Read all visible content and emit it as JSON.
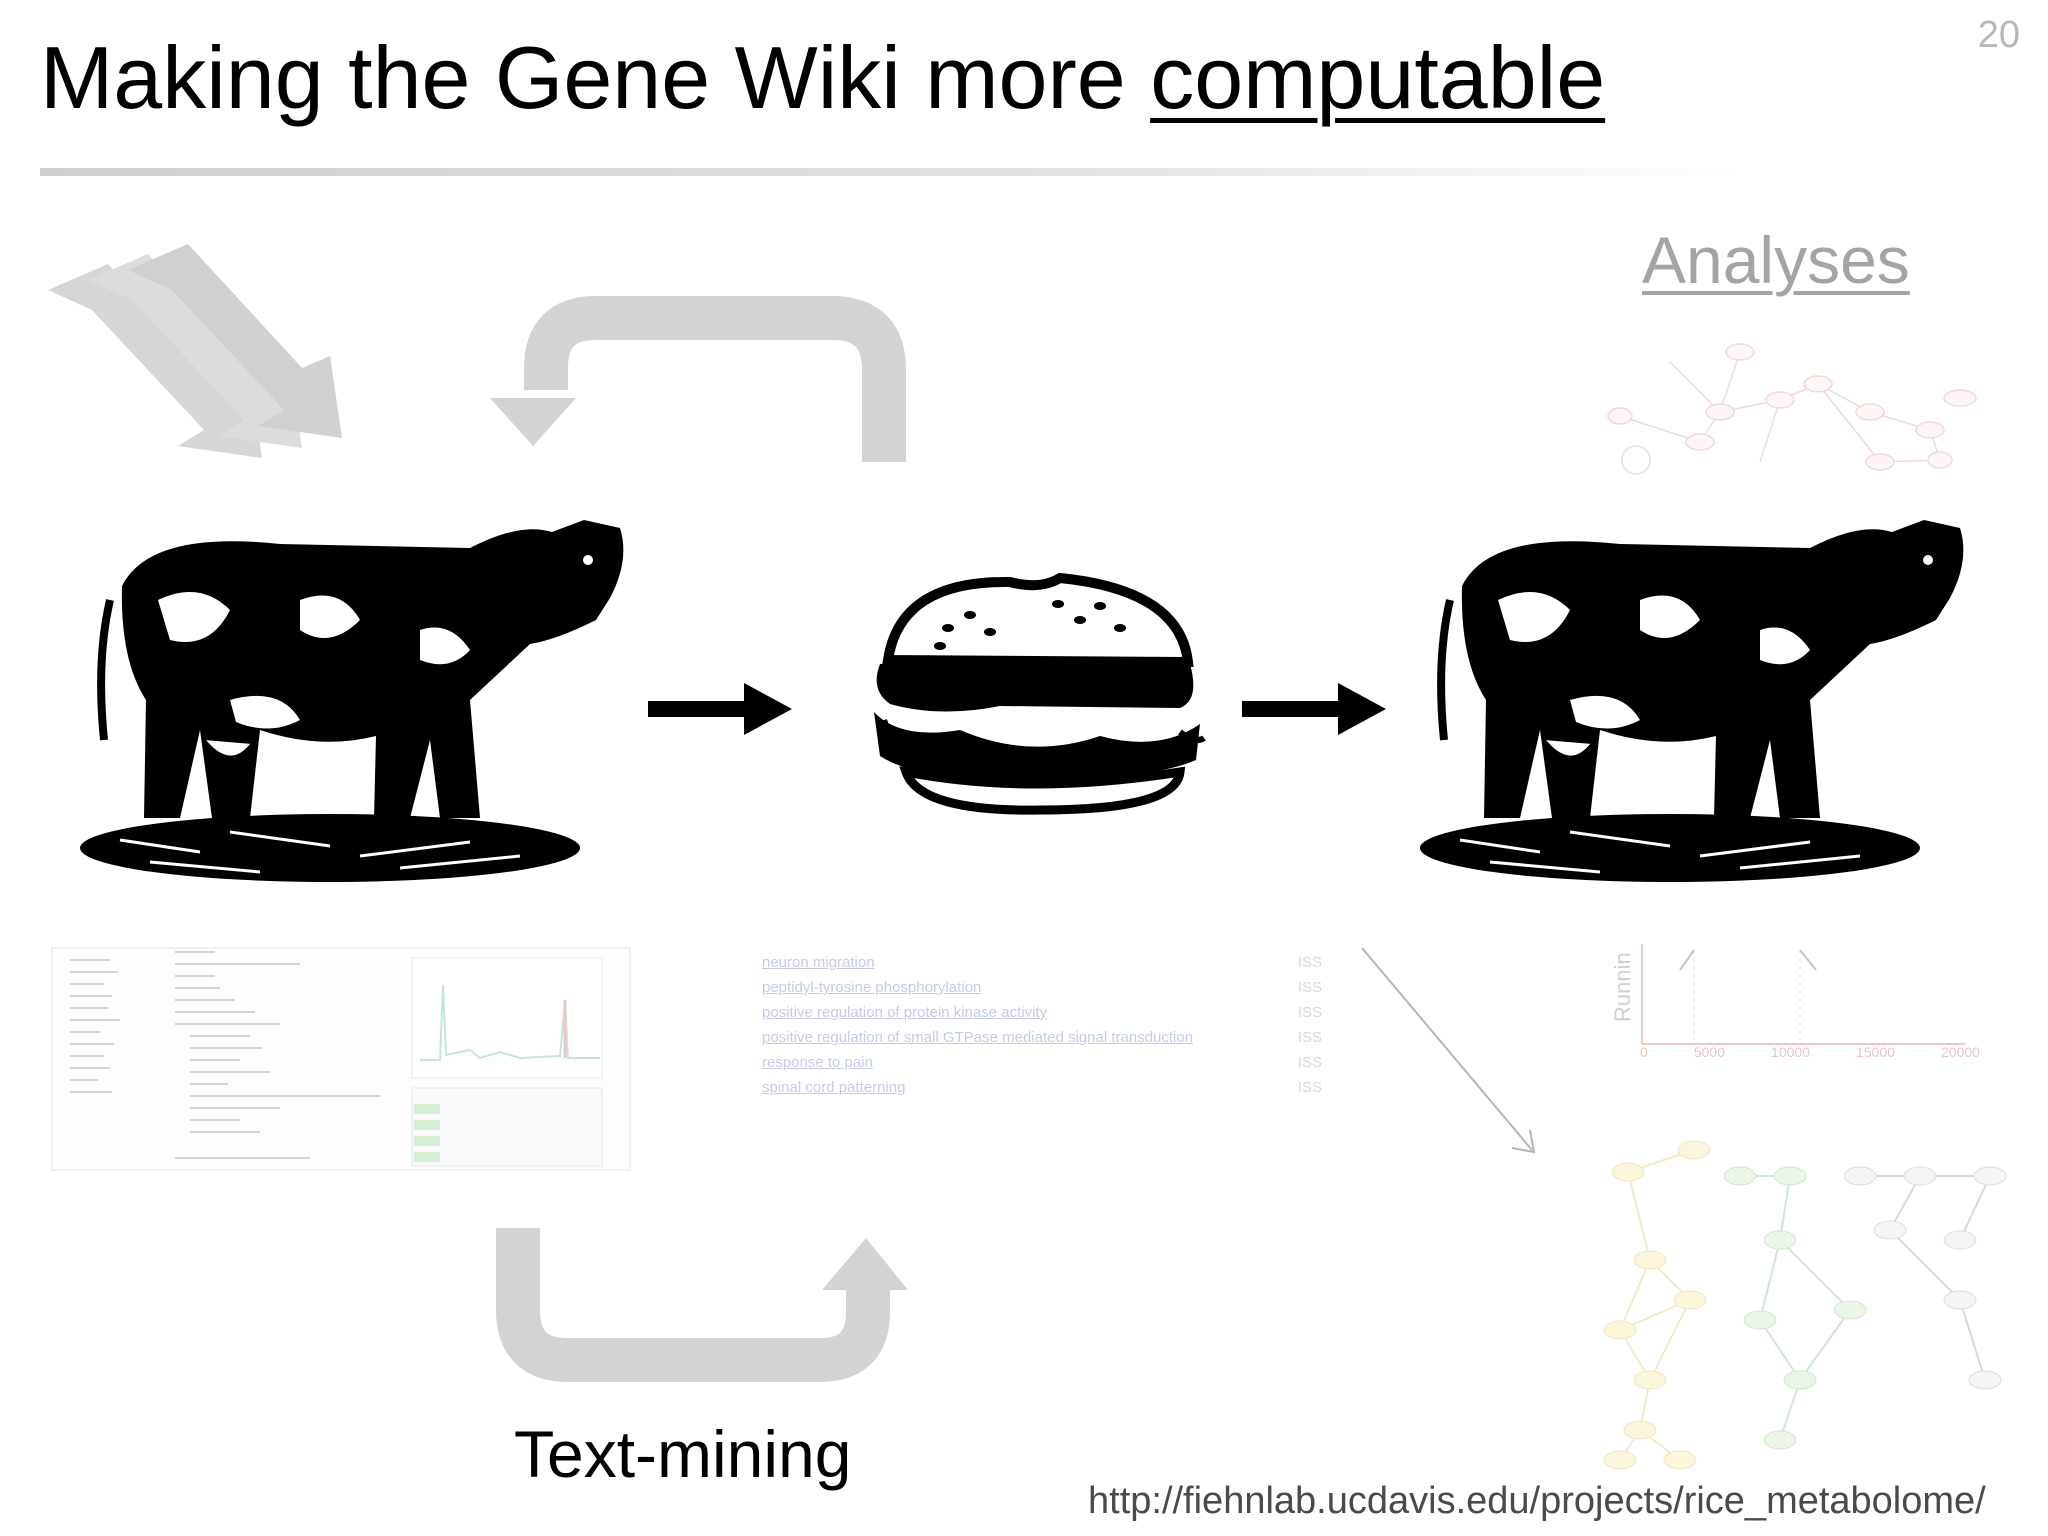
{
  "slide_number": "20",
  "title": {
    "prefix": "Making the Gene Wiki more ",
    "emphasis": "computable"
  },
  "analyses_label": "Analyses",
  "text_mining_label": "Text-mining",
  "source_url": "http://fiehnlab.ucdavis.edu/projects/rice_metabolome/",
  "go_terms": [
    {
      "term": "neuron migration",
      "code": "ISS"
    },
    {
      "term": "peptidyl-tyrosine phosphorylation",
      "code": "ISS"
    },
    {
      "term": "positive regulation of protein kinase activity",
      "code": "ISS"
    },
    {
      "term": "positive regulation of small GTPase mediated signal transduction",
      "code": "ISS"
    },
    {
      "term": "response to pain",
      "code": "ISS"
    },
    {
      "term": "spinal cord patterning",
      "code": "ISS"
    }
  ],
  "plot": {
    "ylabel": "Runnin",
    "xticks": [
      "0",
      "5000",
      "10000",
      "15000",
      "20000"
    ]
  },
  "colors": {
    "arrow_gray": "#d3d3d3",
    "black": "#000000"
  }
}
